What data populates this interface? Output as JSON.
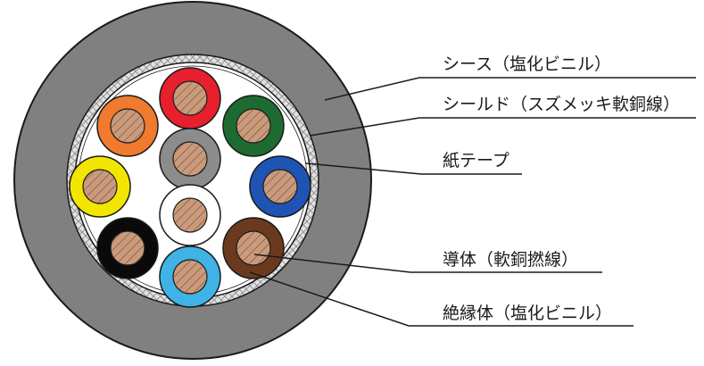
{
  "labels": {
    "sheath": "シース（塩化ビニル）",
    "shield": "シールド（スズメッキ軟銅線）",
    "paper_tape": "紙テープ",
    "conductor": "導体（軟銅撚線）",
    "insulation": "絶縁体（塩化ビニル）"
  },
  "colors": {
    "sheath": "#808080",
    "shield": "#dcdcdc",
    "conductor": "#c99b7c",
    "cores": [
      "#e8202e",
      "#1e6b32",
      "#1f54b4",
      "#6b3a1e",
      "#3fb2e6",
      "#0a0a0a",
      "#f2e600",
      "#f07a2e",
      "#8c8c8c",
      "#ffffff"
    ]
  }
}
